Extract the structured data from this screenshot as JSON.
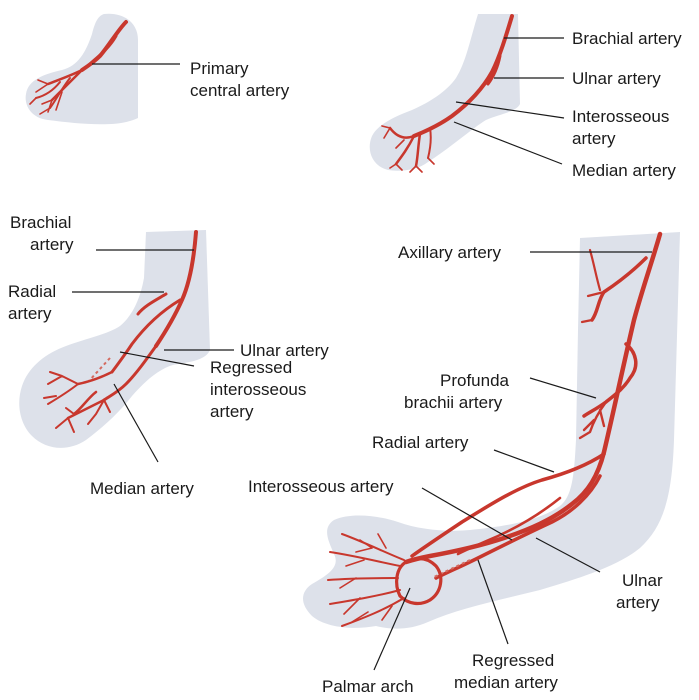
{
  "colors": {
    "artery": "#c8372d",
    "limb_shadow": "#dde1ea",
    "leader": "#1a1a1a"
  },
  "panel1": {
    "primary_central_artery": [
      "Primary",
      "central artery"
    ]
  },
  "panel2": {
    "brachial_artery": "Brachial artery",
    "ulnar_artery": "Ulnar artery",
    "interosseous_artery": [
      "Interosseous",
      "artery"
    ],
    "median_artery": "Median artery"
  },
  "panel3": {
    "brachial_artery": [
      "Brachial",
      "artery"
    ],
    "radial_artery": [
      "Radial",
      "artery"
    ],
    "ulnar_artery": "Ulnar artery",
    "regressed_interosseous_artery": [
      "Regressed",
      "interosseous",
      "artery"
    ],
    "median_artery": "Median artery"
  },
  "panel4": {
    "axillary_artery": "Axillary artery",
    "profunda_brachii_artery": [
      "Profunda",
      "brachii artery"
    ],
    "radial_artery": "Radial artery",
    "interosseous_artery": "Interosseous artery",
    "ulnar_artery": [
      "Ulnar",
      "artery"
    ],
    "palmar_arch": "Palmar arch",
    "regressed_median_artery": [
      "Regressed",
      "median artery"
    ]
  }
}
